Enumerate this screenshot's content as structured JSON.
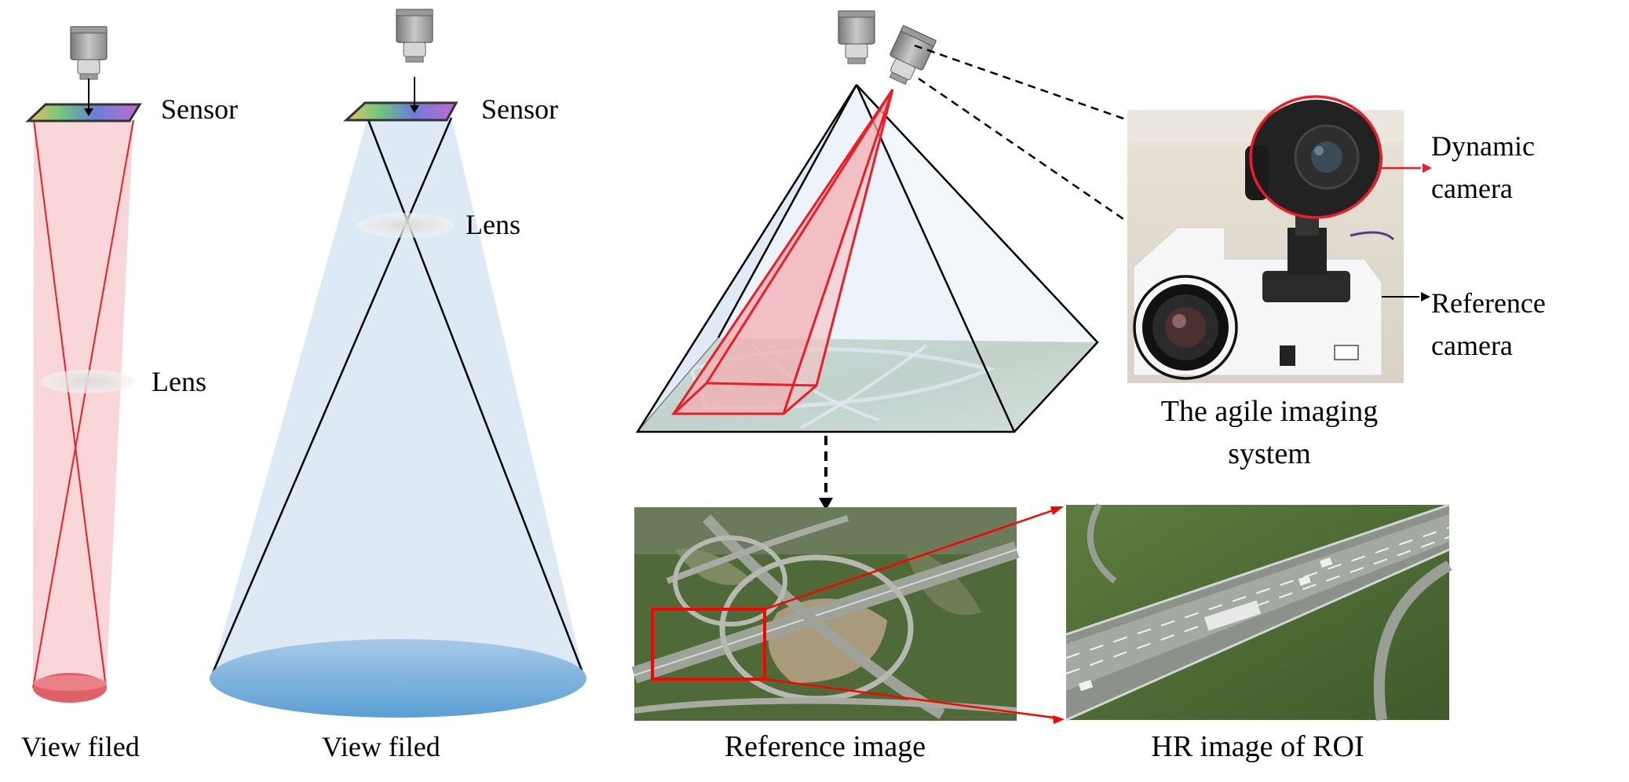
{
  "panel_narrow": {
    "sensor_label": "Sensor",
    "lens_label": "Lens",
    "view_label": "View filed"
  },
  "panel_wide": {
    "sensor_label": "Sensor",
    "lens_label": "Lens",
    "view_label": "View filed"
  },
  "system": {
    "dynamic_camera_line1": "Dynamic",
    "dynamic_camera_line2": "camera",
    "reference_camera_line1": "Reference",
    "reference_camera_line2": "camera",
    "caption_line1": "The agile imaging",
    "caption_line2": "system"
  },
  "images": {
    "reference_caption": "Reference image",
    "hr_caption": "HR image of ROI"
  },
  "colors": {
    "narrow_fov": "#f4aeb2",
    "narrow_edge": "#ee1c24",
    "wide_fov": "#cfe2f3",
    "wide_floor": "#5b9fd4",
    "roi_box": "#ff0000"
  }
}
